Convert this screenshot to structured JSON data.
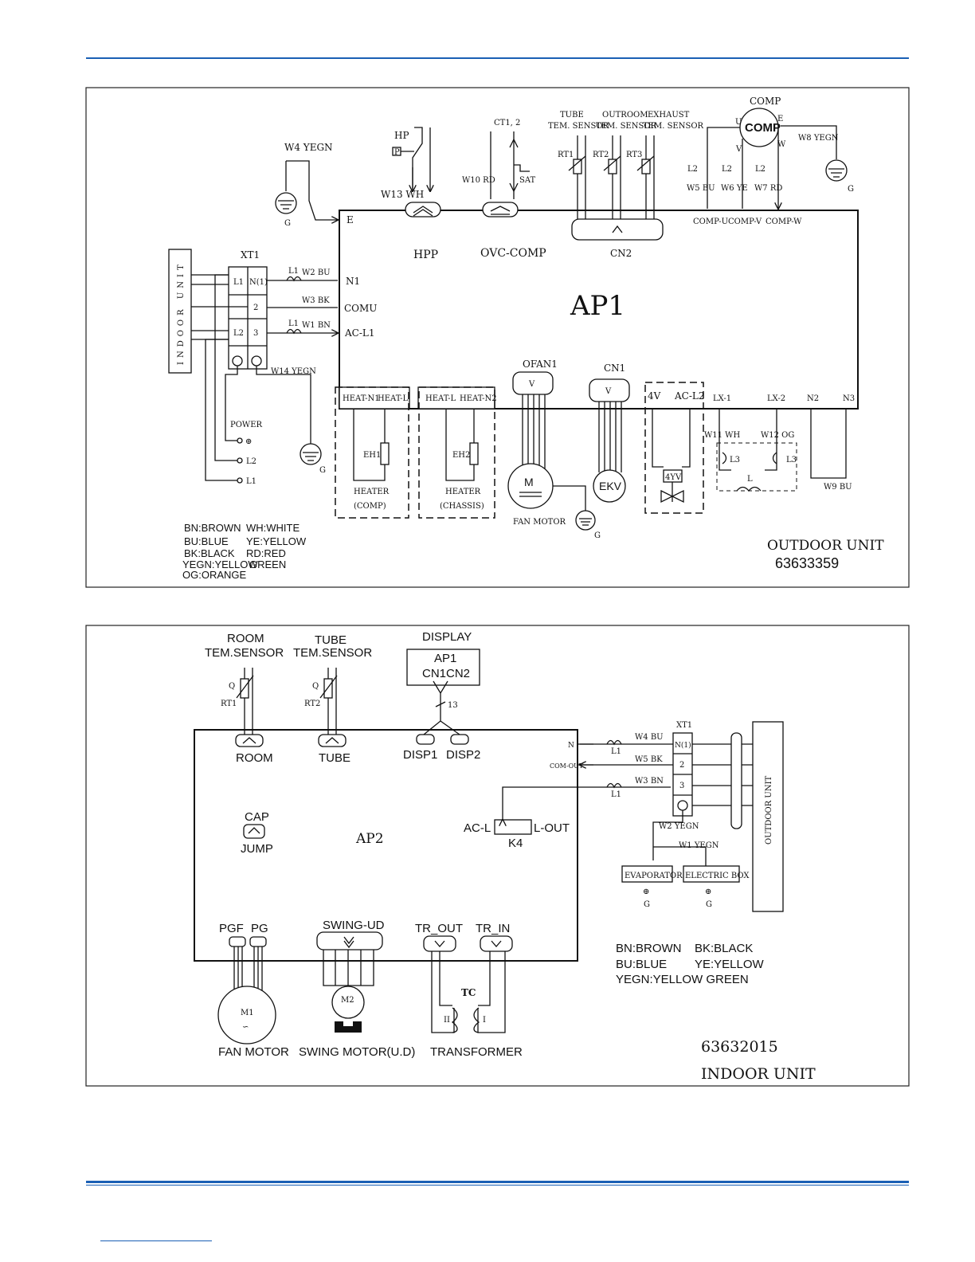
{
  "outdoor": {
    "w4": "W4 YEGN",
    "g": "G",
    "hp": "HP",
    "p": "P",
    "w13": "W13 WH",
    "hpp": "HPP",
    "ct": "CT1, 2",
    "w10": "W10 RD",
    "sat": "SAT",
    "ovc": "OVC-COMP",
    "tube1": "TUBE",
    "tube2": "TEM. SENSOR",
    "out1": "OUTROOM",
    "out2": "TEM. SENSOR",
    "exh1": "EXHAUST",
    "exh2": "TEM. SENSOR",
    "rt1": "RT1",
    "rt2": "RT2",
    "rt3": "RT3",
    "cn2": "CN2",
    "comp_title": "COMP",
    "comp": "COMP",
    "u": "U",
    "v": "V",
    "w": "W",
    "e": "E",
    "w8": "W8 YEGN",
    "l2": "L2",
    "w5": "W5 BU",
    "w6": "W6 YE",
    "w7": "W7 RD",
    "comp_u": "COMP-U",
    "comp_v": "COMP-V",
    "comp_w": "COMP-W",
    "e_term": "E",
    "ap1": "AP1",
    "indoor_unit": "INDOOR UNIT",
    "xt1": "XT1",
    "l1": "L1",
    "n1x": "N(1)",
    "t2": "2",
    "t3": "3",
    "w2": "W2 BU",
    "w3": "W3 BK",
    "w1": "W1 BN",
    "n1": "N1",
    "comu": "COMU",
    "acl1": "AC-L1",
    "w14": "W14 YEGN",
    "power": "POWER",
    "pl2": "L2",
    "pl1": "L1",
    "heatn1": "HEAT-N1",
    "heatl": "HEAT-L",
    "heatl2": "HEAT-L",
    "heatn2": "HEAT-N2",
    "eh1": "EH1",
    "eh2": "EH2",
    "heater": "HEATER",
    "hcomp": "(COMP)",
    "hchassis": "(CHASSIS)",
    "ofan": "OFAN1",
    "m": "M",
    "fanmotor": "FAN MOTOR",
    "cn1": "CN1",
    "v_sym": "V",
    "ekv": "EKV",
    "v4": "4V",
    "acl2": "AC-L2",
    "fourYV": "4YV",
    "lx1": "LX-1",
    "lx2": "LX-2",
    "n2": "N2",
    "n3": "N3",
    "w11": "W11 WH",
    "w12": "W12 OG",
    "l3": "L3",
    "l": "L",
    "w9": "W9 BU",
    "legend": [
      "BN:BROWN",
      "WH:WHITE",
      "BU:BLUE",
      "YE:YELLOW",
      "BK:BLACK",
      "RD:RED",
      "YEGN:YELLOW",
      "GREEN",
      "OG:ORANGE"
    ],
    "unit_name": "OUTDOOR UNIT",
    "code": "63633359"
  },
  "indoor": {
    "room1": "ROOM",
    "room2": "TEM.SENSOR",
    "tube1": "TUBE",
    "tube2": "TEM.SENSOR",
    "q": "Q",
    "rt1": "RT1",
    "rt2": "RT2",
    "display": "DISPLAY",
    "ap1": "AP1",
    "cn1": "CN1",
    "cn2": "CN2",
    "n13": "13",
    "room": "ROOM",
    "tube": "TUBE",
    "disp1": "DISP1",
    "disp2": "DISP2",
    "cap": "CAP",
    "jump": "JUMP",
    "ap2": "AP2",
    "acl": "AC-L",
    "lout": "L-OUT",
    "k4": "K4",
    "n": "N",
    "comout": "COM-OUT",
    "l1": "L1",
    "w4": "W4 BU",
    "w5": "W5 BK",
    "w3": "W3 BN",
    "xt1": "XT1",
    "n1x": "N(1)",
    "t2": "2",
    "t3": "3",
    "outdoor_unit": "OUTDOOR UNIT",
    "w2": "W2 YEGN",
    "w1": "W1 YEGN",
    "evaporator": "EVAPORATOR",
    "ebox": "ELECTRIC BOX",
    "g": "G",
    "pgf": "PGF",
    "pg": "PG",
    "swing": "SWING-UD",
    "trout": "TR_OUT",
    "trin": "TR_IN",
    "tc": "TC",
    "ii": "II",
    "i": "I",
    "m1": "M1",
    "m2": "M2",
    "fanmotor": "FAN MOTOR",
    "swingmotor": "SWING MOTOR(U.D)",
    "transformer": "TRANSFORMER",
    "legend": [
      "BN:BROWN",
      "BK:BLACK",
      "BU:BLUE",
      "YE:YELLOW",
      "YEGN:YELLOW  GREEN"
    ],
    "code": "63632015",
    "unit_name": "INDOOR UNIT"
  }
}
